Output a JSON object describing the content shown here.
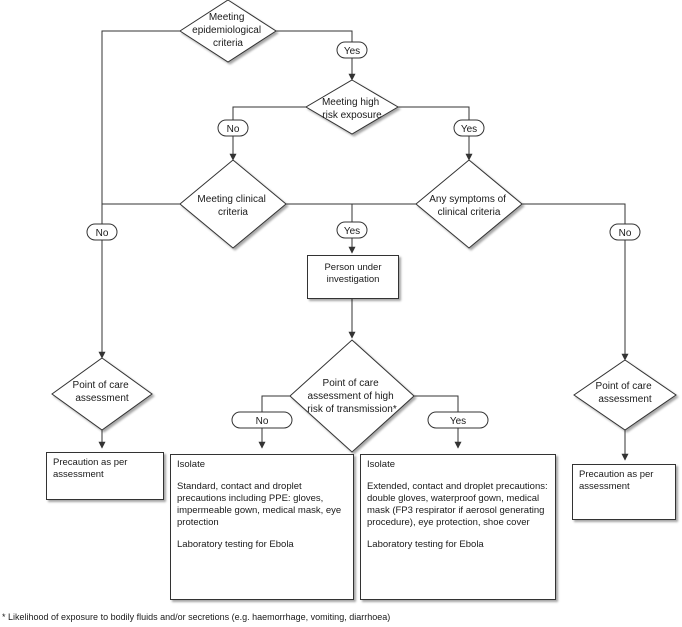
{
  "diamonds": {
    "epi": [
      "Meeting",
      "epidemiological",
      "criteria"
    ],
    "high_risk": [
      "Meeting high",
      "risk exposure"
    ],
    "clinical": [
      "Meeting clinical",
      "criteria"
    ],
    "symptoms": [
      "Any symptoms of",
      "clinical criteria"
    ],
    "poc_left": [
      "Point of care",
      "assessment"
    ],
    "poc_mid": [
      "Point of care",
      "assessment of high",
      "risk of transmission*"
    ],
    "poc_right": [
      "Point of care",
      "assessment"
    ]
  },
  "labels": {
    "yes": "Yes",
    "no": "No"
  },
  "boxes": {
    "pui": "Person under investigation",
    "precaution_left": "Precaution as per assessment",
    "precaution_right": "Precaution as per assessment",
    "isolate_left": {
      "title": "Isolate",
      "body": "Standard, contact and droplet precautions including PPE: gloves, impermeable gown, medical mask, eye protection",
      "testing": "Laboratory testing for Ebola"
    },
    "isolate_right": {
      "title": "Isolate",
      "body": "Extended, contact and droplet precautions: double gloves, waterproof gown, medical mask (FP3 respirator if aerosol generating procedure), eye protection, shoe cover",
      "testing": "Laboratory testing for Ebola"
    }
  },
  "footnote": "* Likelihood of exposure to bodily fluids and/or secretions (e.g. haemorrhage, vomiting, diarrhoea)"
}
